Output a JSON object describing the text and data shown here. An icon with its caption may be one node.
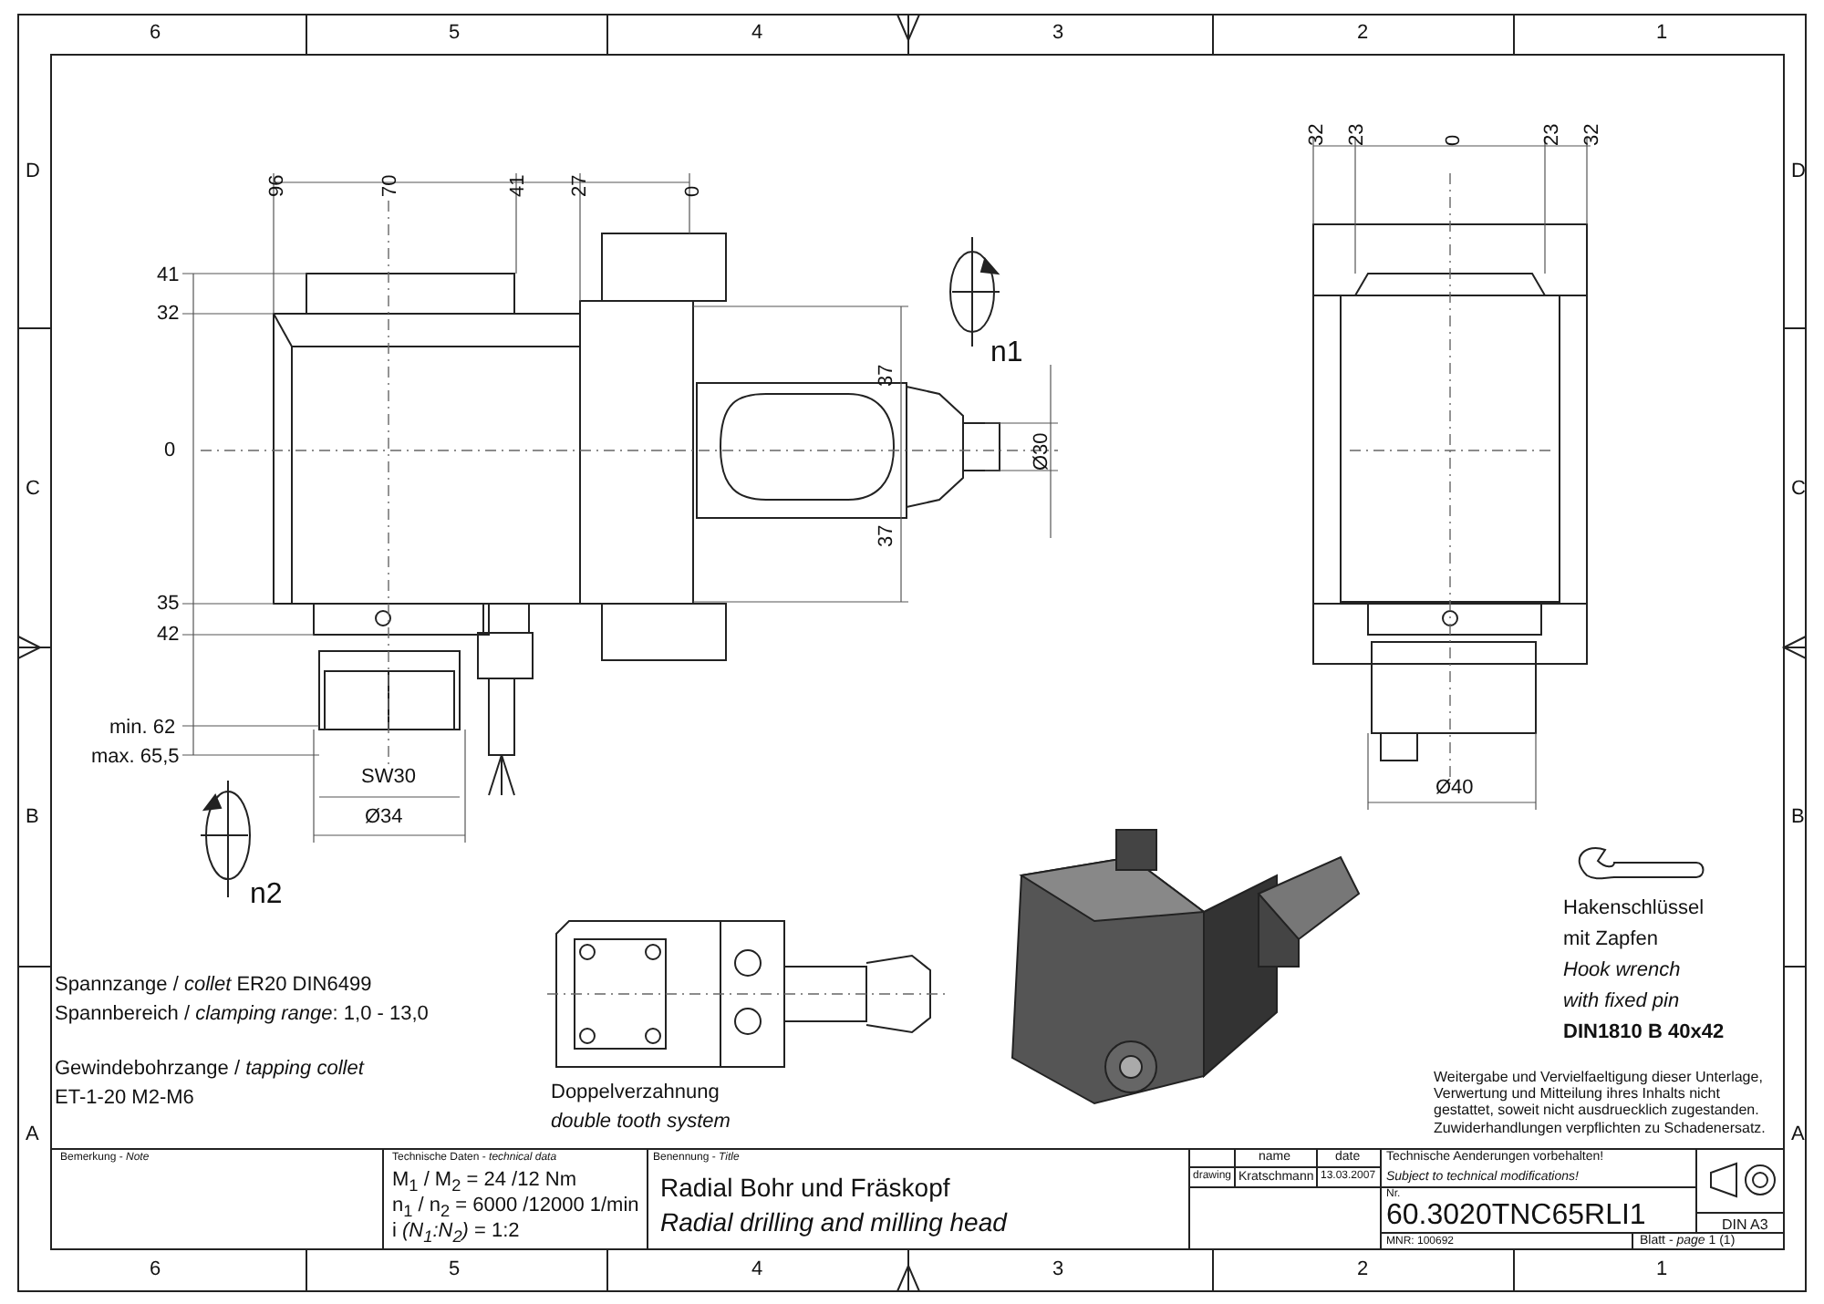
{
  "diagram": {
    "labels": [
      "6",
      "5",
      "4",
      "3",
      "2",
      "1",
      "D",
      "C",
      "B",
      "A",
      "D",
      "C",
      "B",
      "A",
      "6",
      "5",
      "4",
      "3",
      "2",
      "1",
      "96",
      "70",
      "41",
      "27",
      "0",
      "41",
      "32",
      "0",
      "35",
      "42",
      "min. 62",
      "max. 65,5",
      "SW30",
      "Ø34",
      "37",
      "37",
      "Ø30",
      "n1",
      "n2",
      "32",
      "23",
      "0",
      "23",
      "32",
      "Ø40",
      "Spannzange / *collet*   ER20   DIN6499",
      "Spannbereich / *clamping range*: 1,0 - 13,0",
      "Gewindebohrzange / *tapping collet*",
      "ET-1-20   M2-M6",
      "Doppelverzahnung",
      "double tooth system",
      "Hakenschlüssel",
      "mit Zapfen",
      "Hook wrench",
      "with fixed pin",
      "DIN1810  B  40x42",
      "Weitergabe und Vervielfaeltigung dieser Unterlage, Verwertung und Mitteilung ihres Inhalts nicht gestattet, soweit nicht ausdruecklich zugestanden. Zuwiderhandlungen verpflichten zu Schadenersatz.",
      "Bemerkung - *Note*",
      "Technische Daten - *technical data*",
      "M$_{1}$ / M$_{2}$ = 24  /12  Nm",
      "n$_{1}$ / n$_{2}$ = 6000 /12000 1/min",
      "i  *(N$_{1}$:N$_{2}$)*  = 1:2",
      "Benennung - *Title*",
      "Radial Bohr und Fräskopf",
      "Radial drilling and milling head",
      "name",
      "date",
      "drawing",
      "Kratschmann",
      "13.03.2007",
      "Technische Aenderungen vorbehalten!",
      "Subject to technical modifications!",
      "Nr.",
      "60.3020TNC65RLI1",
      "MNR: 100692",
      "DIN A3",
      "Blatt - *page*  1 (1)"
    ]
  }
}
